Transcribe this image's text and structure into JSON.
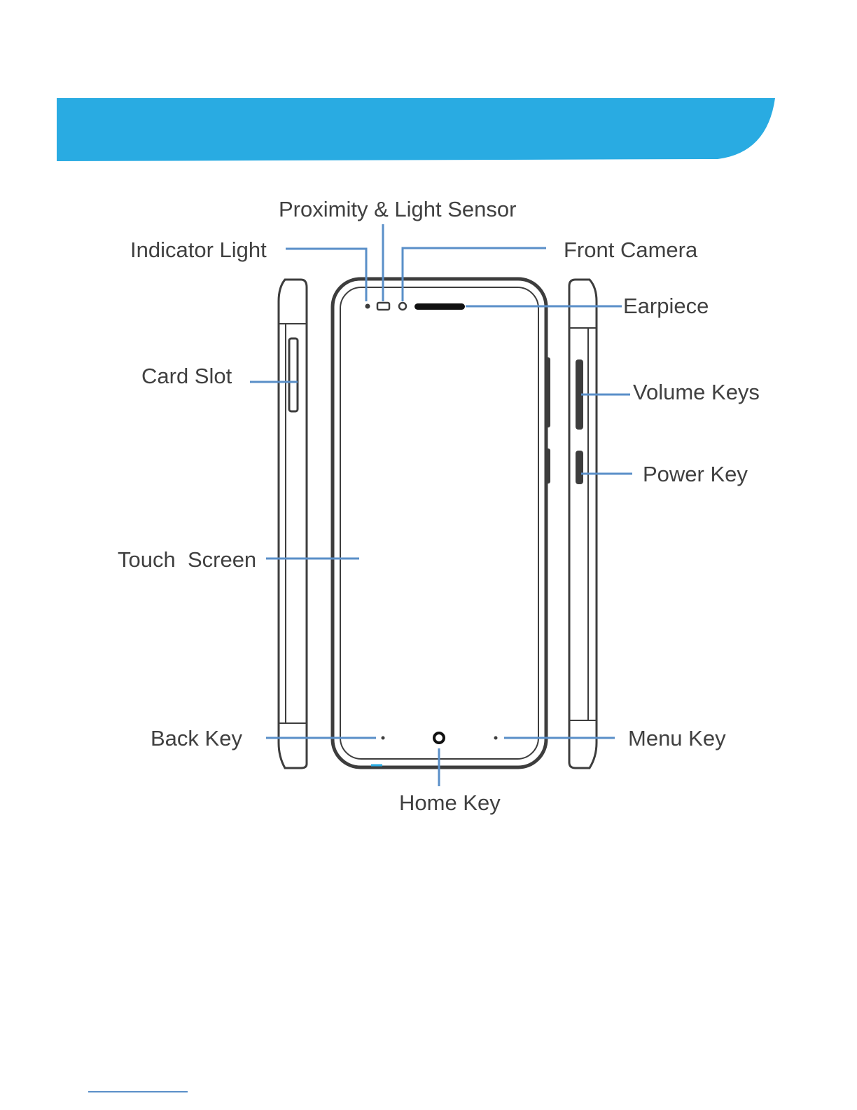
{
  "colors": {
    "banner": "#29abe2",
    "callout_line": "#5a8fc8",
    "outline": "#3d3d3d",
    "label_text": "#404040"
  },
  "labels": {
    "proximity_light_sensor": "Proximity & Light Sensor",
    "indicator_light": "Indicator Light",
    "front_camera": "Front Camera",
    "earpiece": "Earpiece",
    "card_slot": "Card Slot",
    "volume_keys": "Volume Keys",
    "power_key": "Power Key",
    "touch_screen": "Touch  Screen",
    "back_key": "Back Key",
    "menu_key": "Menu Key",
    "home_key": "Home Key"
  }
}
